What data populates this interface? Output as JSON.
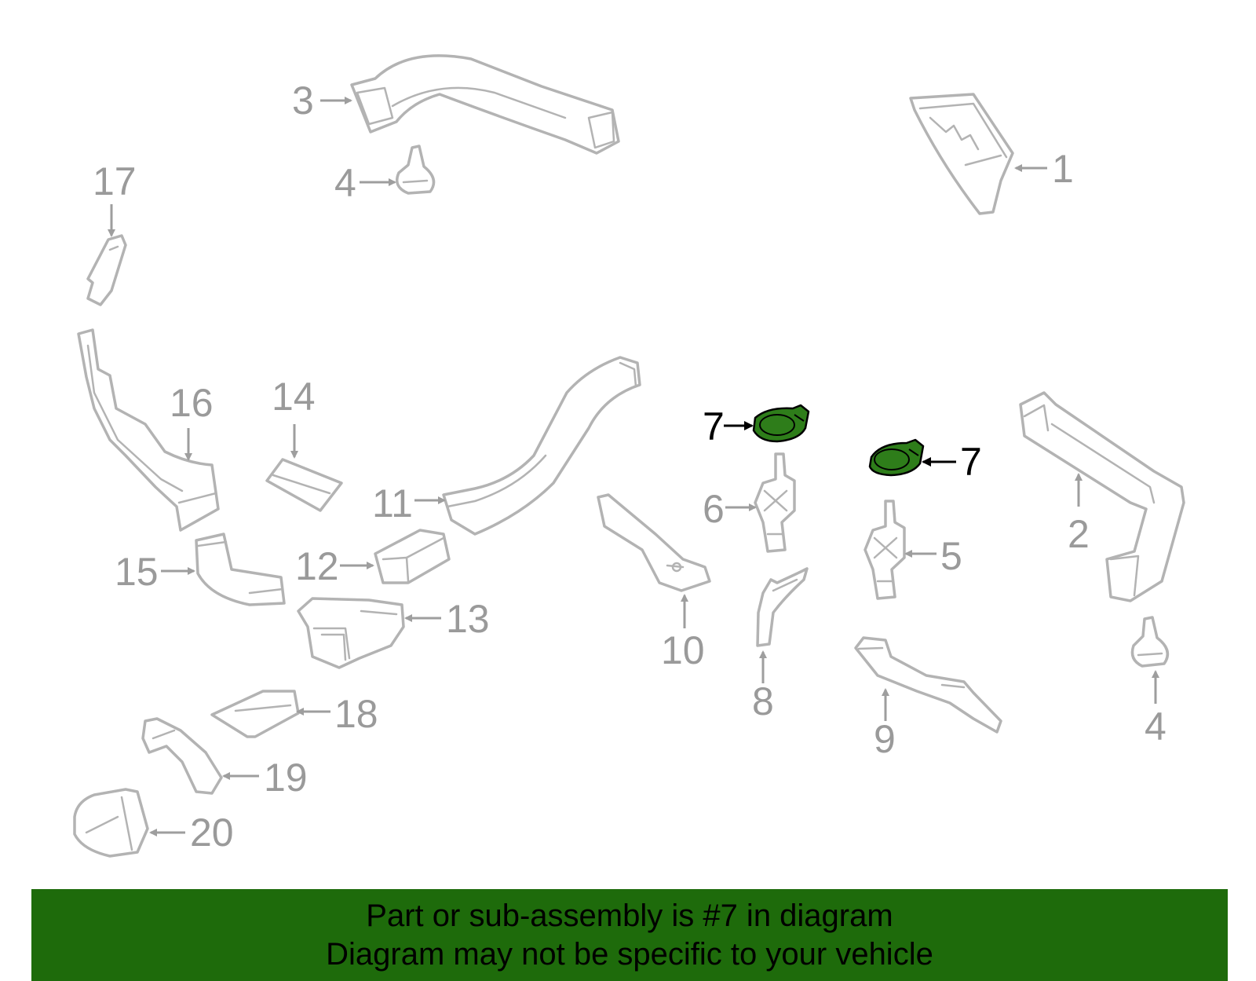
{
  "colors": {
    "highlight_fill": "#2e7d1a",
    "banner_background": "#1e6b0b",
    "part_outline": "#b3b3b3",
    "callout_gray": "#9a9a9a"
  },
  "highlighted_part": "7",
  "callouts": {
    "c1": "1",
    "c2": "2",
    "c3": "3",
    "c4a": "4",
    "c4b": "4",
    "c5": "5",
    "c6": "6",
    "c7a": "7",
    "c7b": "7",
    "c8": "8",
    "c9": "9",
    "c10": "10",
    "c11": "11",
    "c12": "12",
    "c13": "13",
    "c14": "14",
    "c15": "15",
    "c16": "16",
    "c17": "17",
    "c18": "18",
    "c19": "19",
    "c20": "20"
  },
  "banner": {
    "line1": "Part or sub-assembly is #7 in diagram",
    "line2": "Diagram may not be specific to your vehicle"
  }
}
